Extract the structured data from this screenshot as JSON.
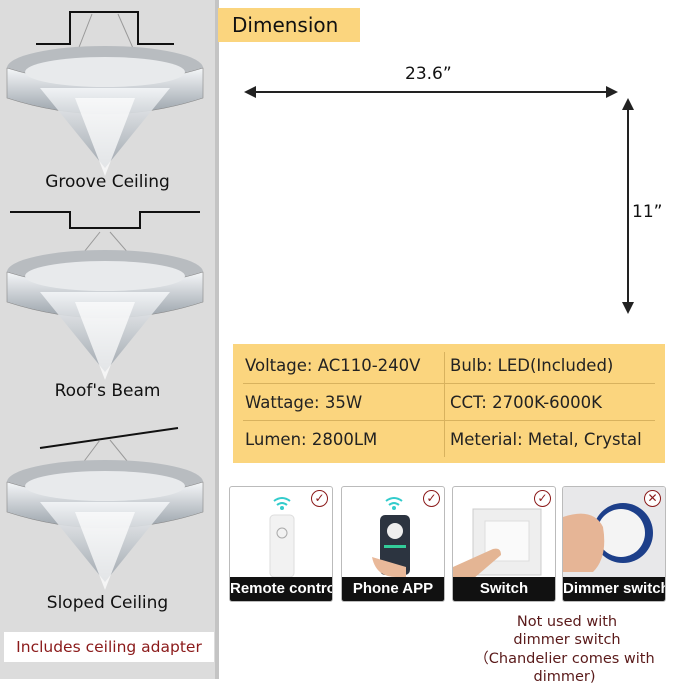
{
  "left_panel": {
    "install_types": [
      {
        "label": "Groove Ceiling",
        "icon": "groove-ceiling-chandelier"
      },
      {
        "label": "Roof's Beam",
        "icon": "roof-beam-chandelier"
      },
      {
        "label": "Sloped Ceiling",
        "icon": "sloped-ceiling-chandelier"
      }
    ],
    "adapter_note": "Includes ceiling adapter"
  },
  "dimension": {
    "title": "Dimension",
    "width": "23.6”",
    "height": "11”"
  },
  "specs": [
    [
      "Voltage: AC110-240V",
      "Bulb: LED(Included)"
    ],
    [
      "Wattage: 35W",
      "CCT: 2700K-6000K"
    ],
    [
      "Lumen: 2800LM",
      "Meterial: Metal, Crystal"
    ]
  ],
  "controls": [
    {
      "label": "Remote contro",
      "supported": true,
      "icon": "remote-control"
    },
    {
      "label": "Phone APP",
      "supported": true,
      "icon": "phone-app"
    },
    {
      "label": "Switch",
      "supported": true,
      "icon": "wall-switch"
    },
    {
      "label": "Dimmer switch",
      "supported": false,
      "icon": "dimmer-knob"
    }
  ],
  "dimmer_note": [
    "Not used with",
    "dimmer switch",
    "（Chandelier comes with dimmer)"
  ],
  "colors": {
    "accent": "#fbd57e",
    "panel": "#dcdcdc",
    "note": "#8b1a1a"
  }
}
